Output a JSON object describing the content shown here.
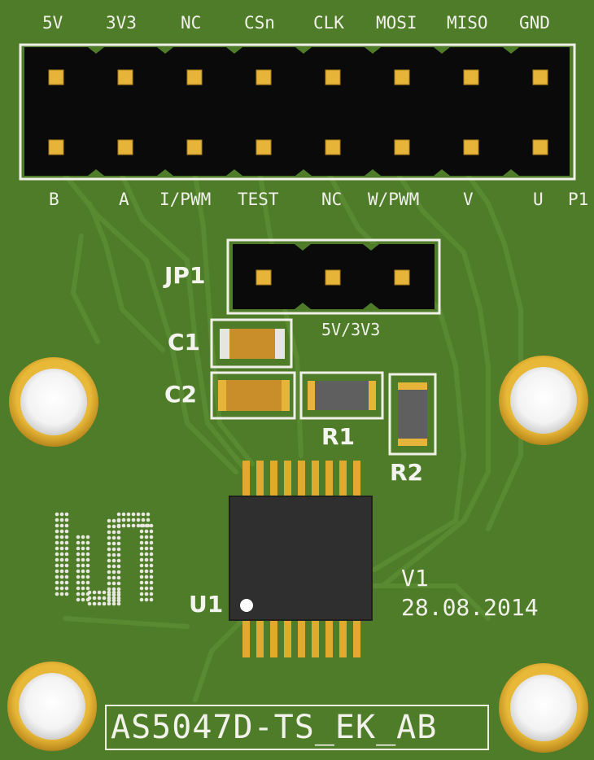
{
  "header_top_labels": [
    "5V",
    "3V3",
    "NC",
    "CSn",
    "CLK",
    "MOSI",
    "MISO",
    "GND"
  ],
  "header_bottom_labels": [
    "B",
    "A",
    "I/PWM",
    "TEST",
    "NC",
    "W/PWM",
    "V",
    "U"
  ],
  "designators": {
    "p1": "P1",
    "jp1": "JP1",
    "c1": "C1",
    "c2": "C2",
    "r1": "R1",
    "r2": "R2",
    "u1": "U1"
  },
  "jumper_label": "5V/3V3",
  "version": "V1",
  "date": "28.08.2014",
  "board_name": "AS5047D-TS_EK_AB",
  "colors": {
    "board": "#4e7c29",
    "silkscreen": "#f1f1ea",
    "gold": "#d9a52b",
    "header": "#0b0b0b",
    "chip": "#2e2e2e",
    "capacitor": "#c98e2a",
    "resistor": "#5f5f5f"
  }
}
